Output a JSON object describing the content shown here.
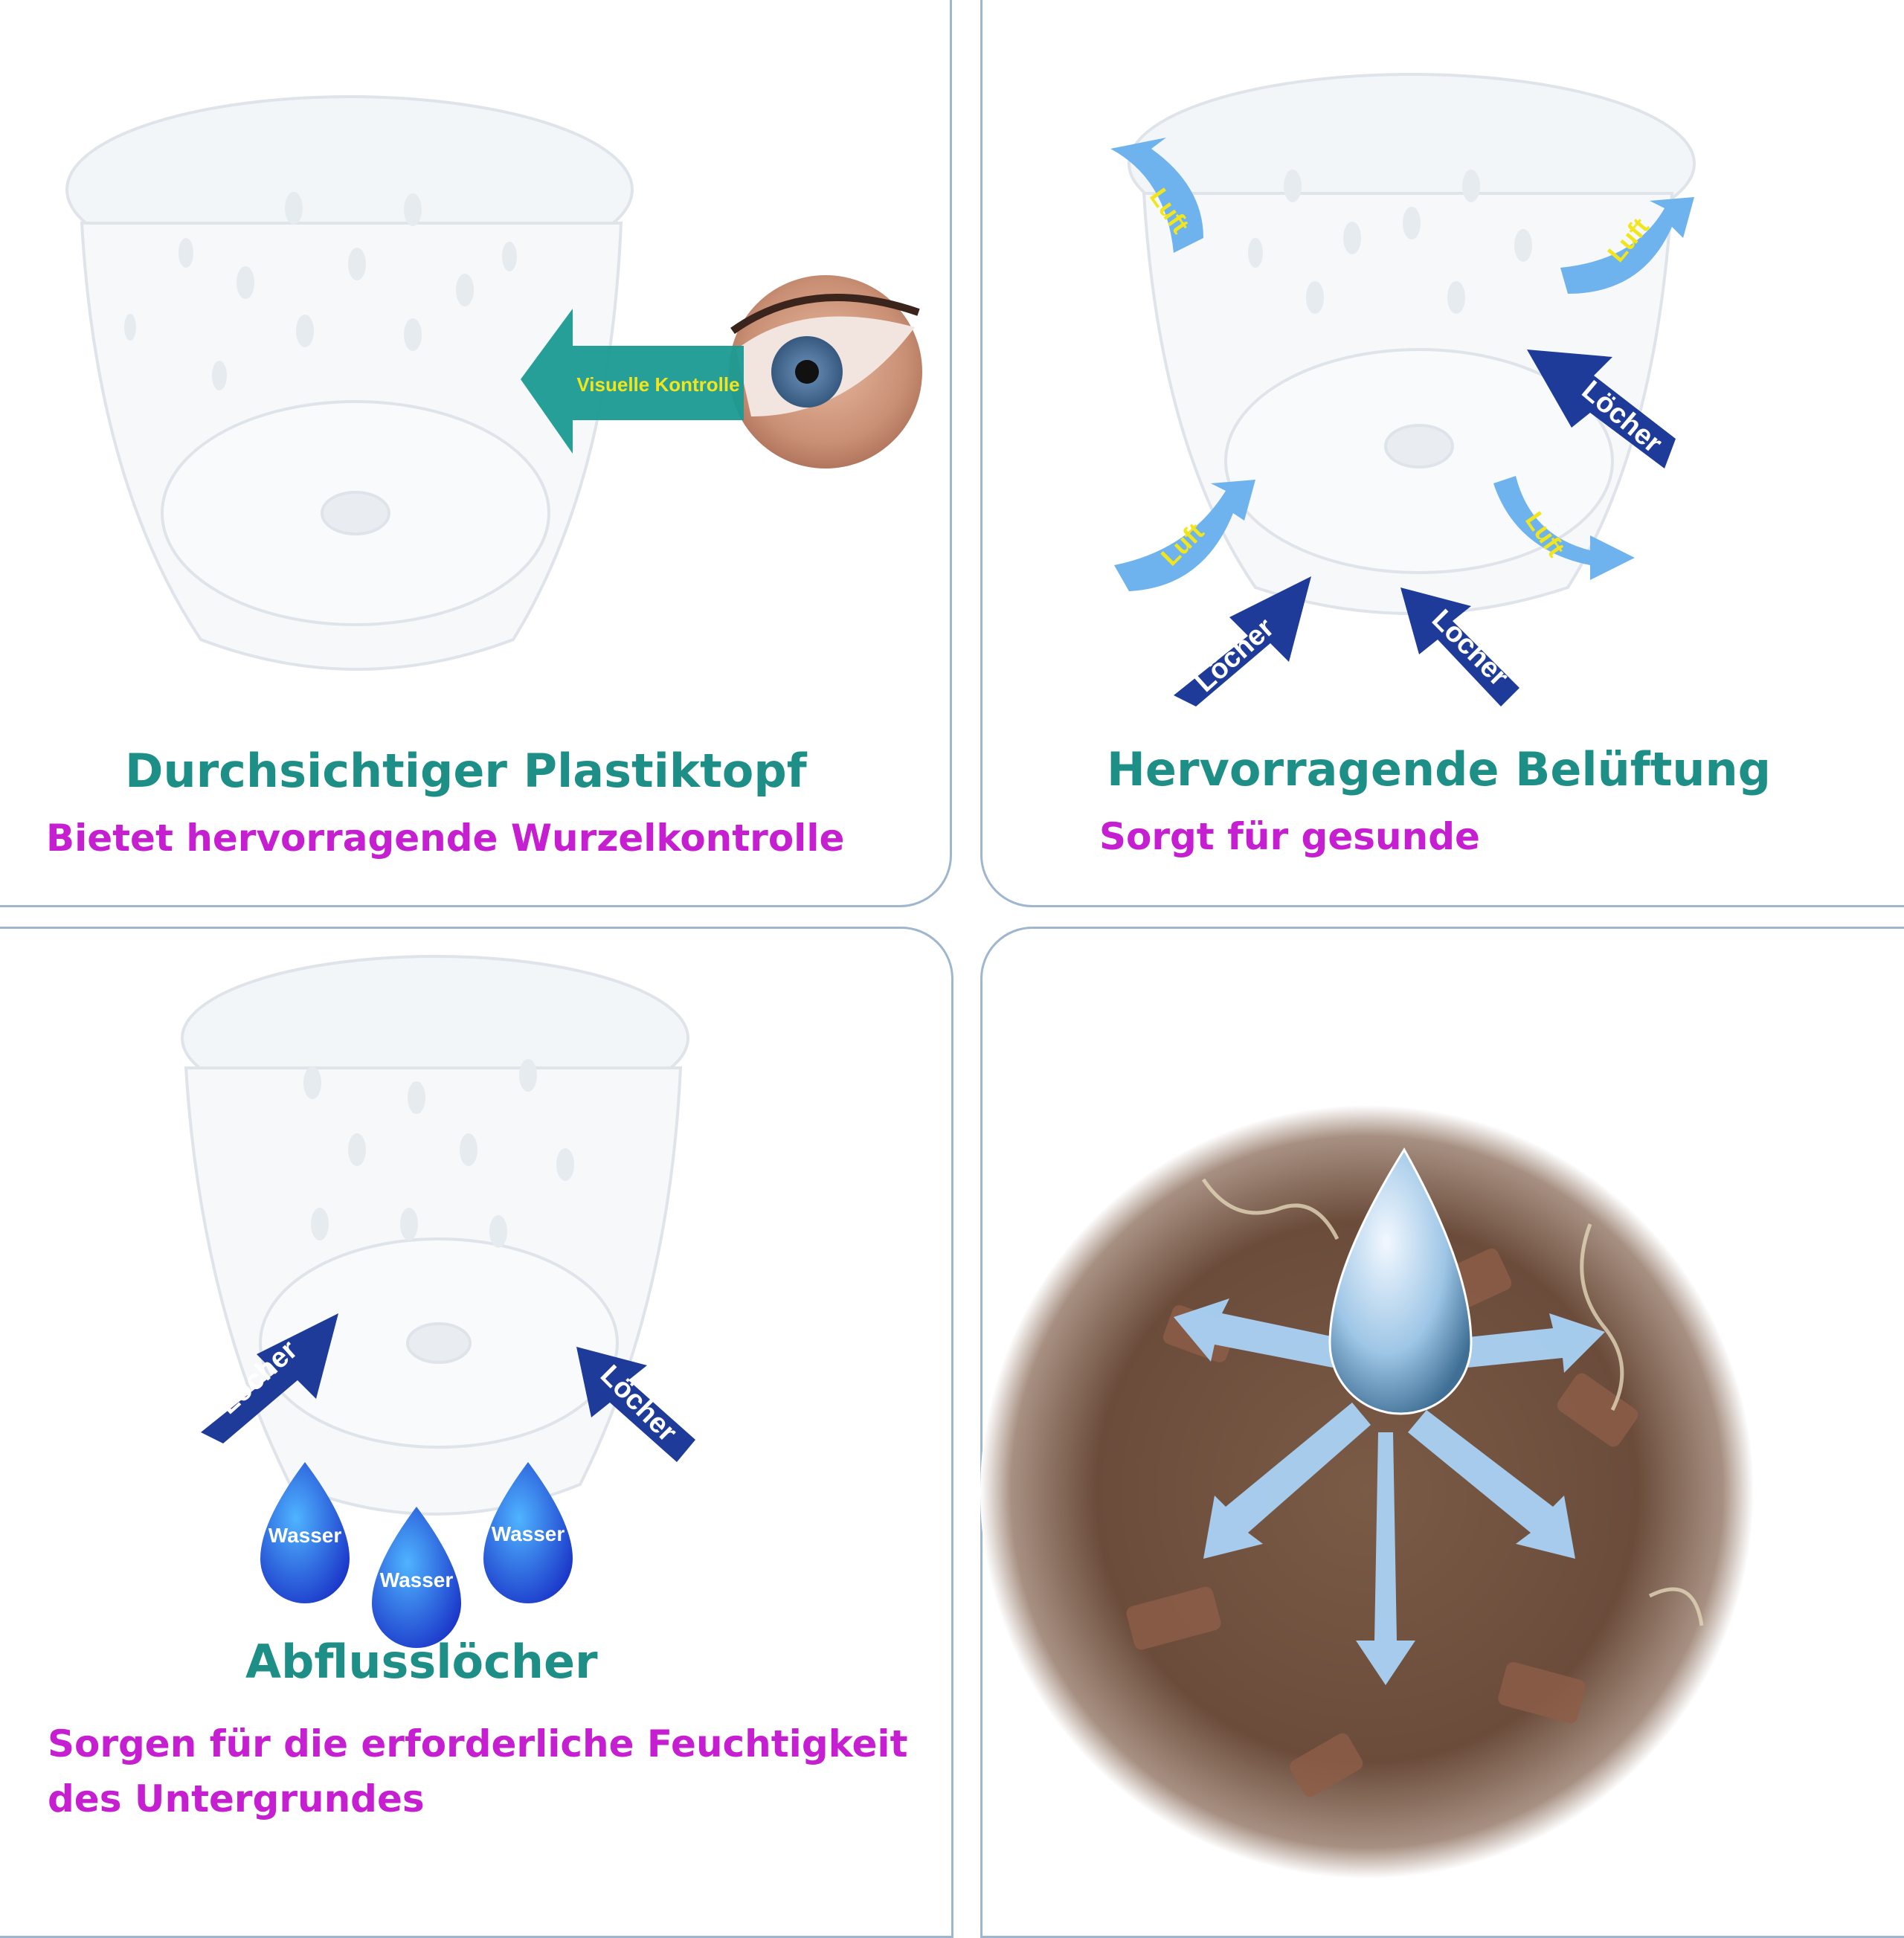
{
  "panel1": {
    "title": "Durchsichtiger Plastiktopf",
    "subtitle": "Bietet hervorragende Wurzelkontrolle",
    "arrow_label": "Visuelle Kontrolle"
  },
  "panel2": {
    "title": "Hervorragende Belüftung",
    "subtitle": "Sorgt für gesunde Wurzeln und",
    "air_label": "Luft",
    "holes_label": "Löcher"
  },
  "panel3": {
    "title": "Abflusslöcher",
    "subtitle_line1": "Sorgen für die erforderliche Feuchtigkeit",
    "subtitle_line2": "des Untergrundes",
    "holes_label": "Löcher",
    "water_label": "Wasser"
  },
  "colors": {
    "title_teal": "#1e8f86",
    "subtitle_magenta": "#c51fd1",
    "arrow_navy": "#1f3b9a",
    "arrow_teal": "#1a9a92",
    "air_blue": "#5aa9ea",
    "label_yellow": "#f2e51c",
    "water_blue": "#1f5fe0"
  }
}
